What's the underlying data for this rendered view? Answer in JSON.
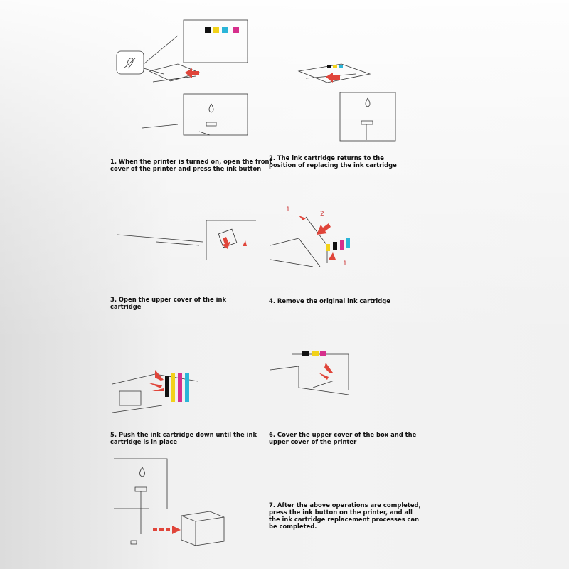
{
  "steps": [
    {
      "number": 1,
      "caption": "1. When the printer is turned on, open the front\ncover of the printer and press the ink button"
    },
    {
      "number": 2,
      "caption": "2. The ink cartridge returns to the\nposition of replacing the ink cartridge"
    },
    {
      "number": 3,
      "caption": "3. Open the upper cover of the ink\ncartridge"
    },
    {
      "number": 4,
      "caption": "4. Remove the original ink cartridge",
      "callouts": [
        "1",
        "2",
        "1"
      ]
    },
    {
      "number": 5,
      "caption": "5. Push the ink cartridge down until the ink\ncartridge is in place"
    },
    {
      "number": 6,
      "caption": "6. Cover the upper cover of the box and the\nupper cover of the printer"
    },
    {
      "number": 7,
      "caption": "7. After the above operations are completed,\npress the ink button on the printer, and all\nthe ink cartridge replacement processes can\nbe completed."
    }
  ],
  "colors": {
    "arrow": "#e0453a",
    "yellow": "#f2d21a",
    "magenta": "#d62f8c",
    "cyan": "#2bb5d8",
    "black": "#111111"
  }
}
